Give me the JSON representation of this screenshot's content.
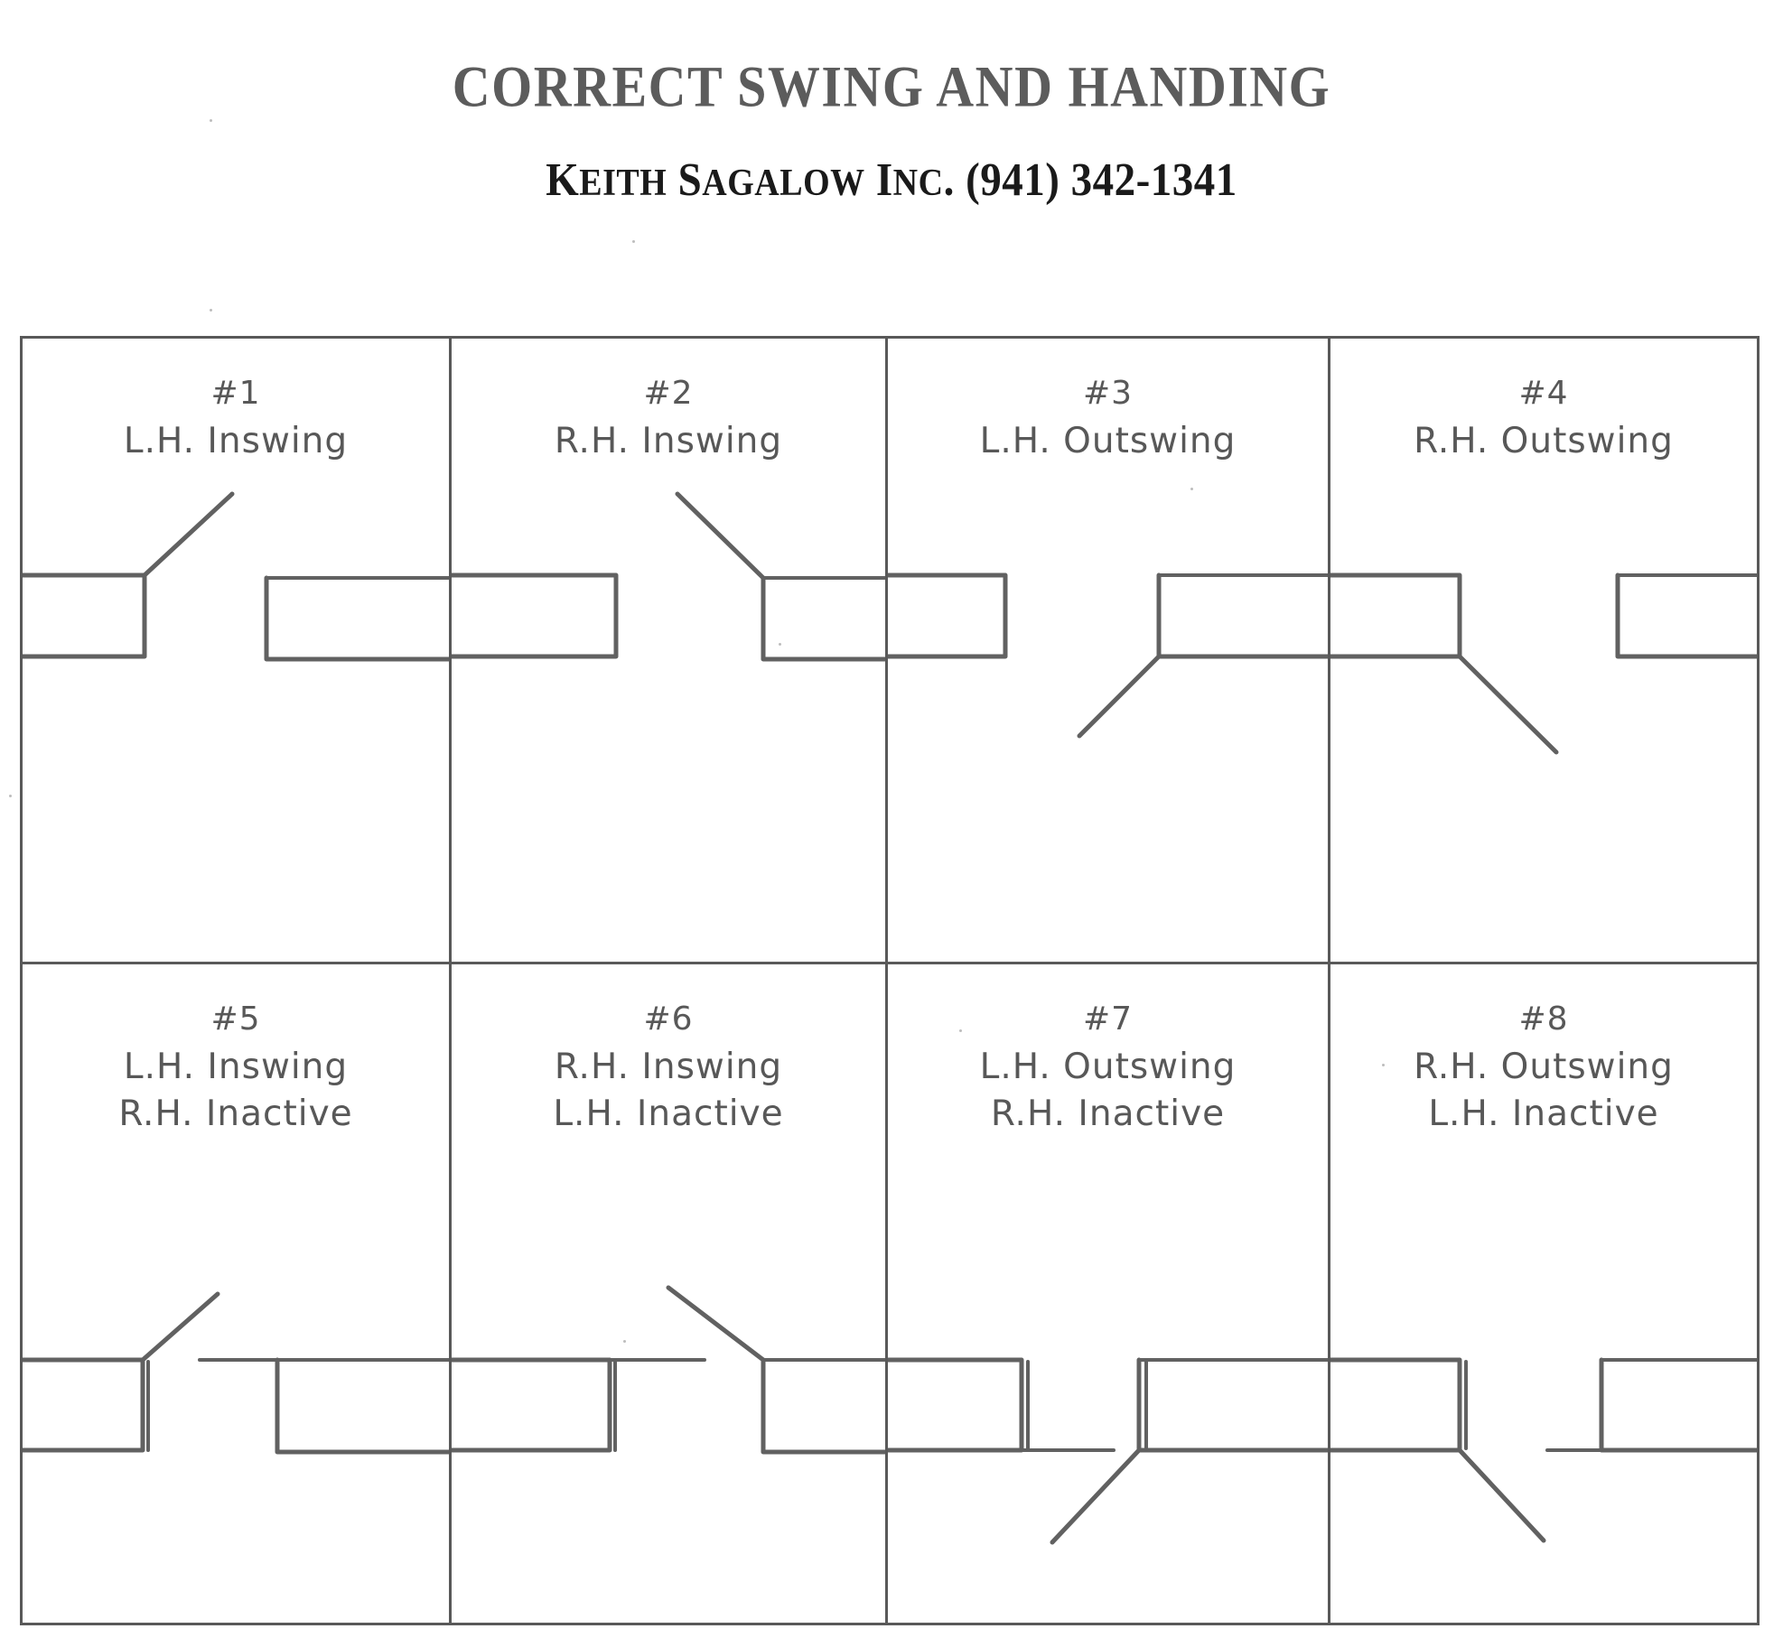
{
  "header": {
    "title": "CORRECT SWING AND HANDING",
    "subtitle_parts": {
      "company": "Keith Sagalow Inc.",
      "phone": "(941) 342-1341"
    },
    "subtitle": "Keith Sagalow Inc. (941) 342-1341"
  },
  "colors": {
    "title": "#5c5c5c",
    "subtitle": "#1a1a1a",
    "line": "#616161",
    "frame": "#595959",
    "background": "#ffffff"
  },
  "chart_data": {
    "type": "table",
    "title": "CORRECT SWING AND HANDING",
    "rows": 2,
    "columns": 4,
    "cells": [
      {
        "number": "#1",
        "lines": [
          "L.H. Inswing"
        ],
        "hinge_side": "left",
        "swing_direction": "inswing",
        "leaf_angle_deg": 45,
        "leaf_points_to": "up-right",
        "active_leaf": "single",
        "inactive_leaf": ""
      },
      {
        "number": "#2",
        "lines": [
          "R.H. Inswing"
        ],
        "hinge_side": "right",
        "swing_direction": "inswing",
        "leaf_angle_deg": 45,
        "leaf_points_to": "up-left",
        "active_leaf": "single",
        "inactive_leaf": ""
      },
      {
        "number": "#3",
        "lines": [
          "L.H. Outswing"
        ],
        "hinge_side": "right",
        "swing_direction": "outswing",
        "leaf_angle_deg": 45,
        "leaf_points_to": "down-left",
        "active_leaf": "single",
        "inactive_leaf": ""
      },
      {
        "number": "#4",
        "lines": [
          "R.H. Outswing"
        ],
        "hinge_side": "left",
        "swing_direction": "outswing",
        "leaf_angle_deg": 45,
        "leaf_points_to": "down-right",
        "active_leaf": "single",
        "inactive_leaf": ""
      },
      {
        "number": "#5",
        "lines": [
          "L.H. Inswing",
          "R.H. Inactive"
        ],
        "hinge_side": "left",
        "swing_direction": "inswing",
        "leaf_angle_deg": 45,
        "leaf_points_to": "up-right",
        "active_leaf": "left",
        "inactive_leaf": "right"
      },
      {
        "number": "#6",
        "lines": [
          "R.H. Inswing",
          "L.H. Inactive"
        ],
        "hinge_side": "right",
        "swing_direction": "inswing",
        "leaf_angle_deg": 45,
        "leaf_points_to": "up-left",
        "active_leaf": "right",
        "inactive_leaf": "left"
      },
      {
        "number": "#7",
        "lines": [
          "L.H. Outswing",
          "R.H. Inactive"
        ],
        "hinge_side": "right",
        "swing_direction": "outswing",
        "leaf_angle_deg": 45,
        "leaf_points_to": "down-left",
        "active_leaf": "right",
        "inactive_leaf": "left"
      },
      {
        "number": "#8",
        "lines": [
          "R.H. Outswing",
          "L.H. Inactive"
        ],
        "hinge_side": "left",
        "swing_direction": "outswing",
        "leaf_angle_deg": 45,
        "leaf_points_to": "down-right",
        "active_leaf": "left",
        "inactive_leaf": "right"
      }
    ]
  }
}
